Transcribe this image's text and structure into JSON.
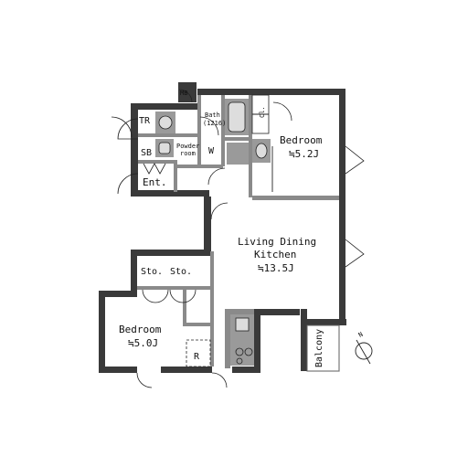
{
  "plan": {
    "rooms": {
      "bedroom_1": {
        "name": "Bedroom",
        "size": "≒5.2J"
      },
      "bedroom_2": {
        "name": "Bedroom",
        "size": "≒5.0J"
      },
      "ldk": {
        "name_line1": "Living Dining",
        "name_line2": "Kitchen",
        "size": "≒13.5J"
      },
      "entrance": "Ent.",
      "storage_1": "Sto.",
      "storage_2": "Sto.",
      "toilet": "TR",
      "shoe_box": "SB",
      "cl": "Cl.",
      "w": "W",
      "powder_room_line1": "Powder",
      "powder_room_line2": "room",
      "bath_line1": "Bath",
      "bath_line2": "(1216)",
      "balcony": "Balcony",
      "r": "R",
      "mb": "MB"
    },
    "compass": {
      "label": "N"
    },
    "colors": {
      "wall": "#3a3a3a",
      "inner_wall": "#8a8a8a",
      "fixture": "#9a9a9a"
    }
  }
}
